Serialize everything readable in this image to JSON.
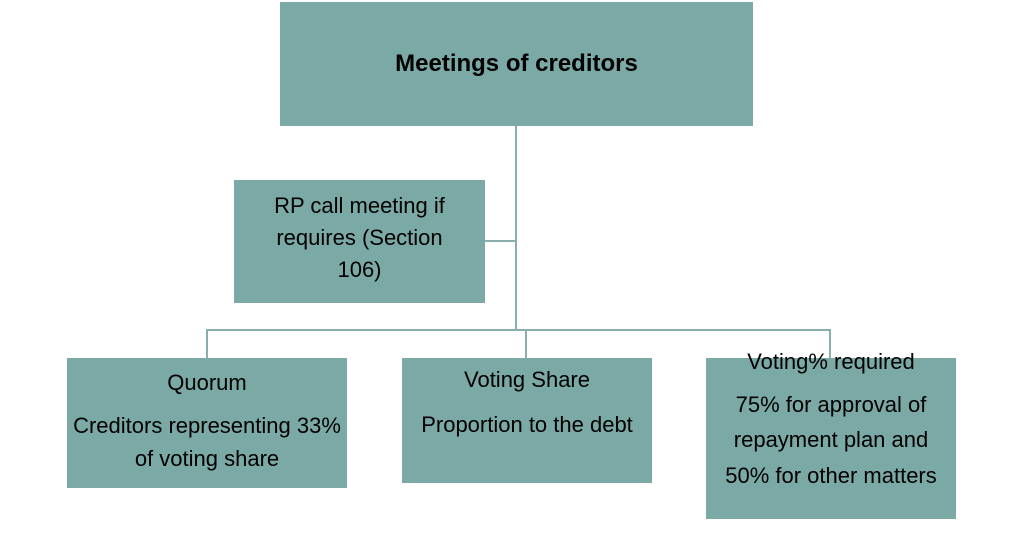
{
  "root": {
    "title": "Meetings of creditors"
  },
  "rp_box": {
    "text": "RP call meeting if requires (Section 106)"
  },
  "children": [
    {
      "heading": "Quorum",
      "body": "Creditors representing 33% of voting share"
    },
    {
      "heading": "Voting Share",
      "body": "Proportion to the debt"
    },
    {
      "heading": "Voting% required",
      "body": "75% for approval of repayment plan and 50% for other matters"
    }
  ],
  "colors": {
    "box_fill": "#7ba9a5",
    "connector": "#8aaeae"
  }
}
